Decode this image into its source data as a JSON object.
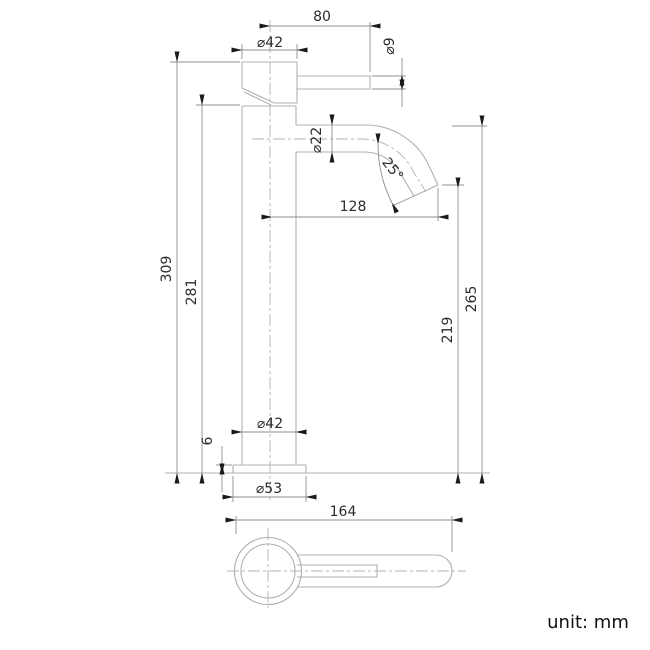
{
  "drawing": {
    "type": "faucet-dimension-drawing",
    "unit_note": "unit: mm",
    "dimensions": {
      "lever_length": "80",
      "top_diameter": "⌀42",
      "handle_rod_diameter": "⌀9",
      "spout_diameter": "⌀22",
      "spout_angle": "25°",
      "spout_reach": "128",
      "overall_height": "309",
      "body_height": "281",
      "outlet_height": "219",
      "spout_top_height": "265",
      "body_diameter": "⌀42",
      "base_thickness": "6",
      "base_diameter": "⌀53",
      "handle_overall_length": "164"
    },
    "colors": {
      "background": "#ffffff",
      "geometry_line": "#b0b0b0",
      "dimension_line": "#8f8f8f",
      "arrow": "#1a1a1a",
      "text": "#2b2b2b"
    }
  }
}
